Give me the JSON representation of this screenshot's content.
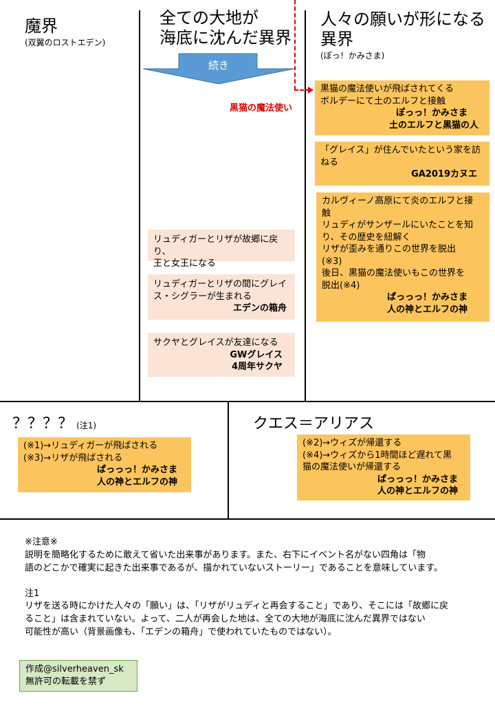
{
  "columns": {
    "makai": {
      "title": "魔界",
      "subtitle": "(双翼のロストエデン)"
    },
    "sunken": {
      "title_lines": [
        "全ての大地が",
        "海底に沈んだ異界"
      ]
    },
    "wish": {
      "title_lines": [
        "人々の願いが形になる",
        "異界"
      ],
      "subtitle": "(ぽっ！かみさま)"
    }
  },
  "arrow_label": "続き",
  "black_cat_label": "黒猫の魔法使い",
  "wish_events": [
    {
      "lines": [
        "黒猫の魔法使いが飛ばされてくる",
        "ボルデーにて土のエルフと接触"
      ],
      "tags": [
        "ぽっっ！かみさま",
        "土のエルフと黒猫の人"
      ]
    },
    {
      "lines": [
        "「グレイス」が住んでいたという家を訪",
        "ねる"
      ],
      "tags": [
        "GA2019カヌエ"
      ]
    },
    {
      "lines": [
        "カルヴィーノ高原にて炎のエルフと接",
        "触",
        "リュディがサンザールにいたことを知",
        "り、その歴史を紐解く",
        "リザが歪みを通りこの世界を脱出",
        "(※3)",
        "後日、黒猫の魔法使いもこの世界を",
        "脱出(※4)"
      ],
      "tags": [
        "ぱっっっ！かみさま",
        "人の神とエルフの神"
      ]
    }
  ],
  "sunken_events": [
    {
      "lines": [
        "リュディガーとリザが故郷に戻り、",
        "王と女王になる"
      ],
      "tags": []
    },
    {
      "lines": [
        "リュディガーとリザの間にグレイ",
        "ス・シグラーが生まれる"
      ],
      "tags": [
        "エデンの箱舟"
      ]
    },
    {
      "lines": [
        "サクヤとグレイスが友達になる"
      ],
      "tags": [
        "GWグレイス",
        "4周年サクヤ"
      ]
    }
  ],
  "unknown": {
    "title": "？？？？",
    "note_ref": "(注1)",
    "lines": [
      "(※1)→リュディガーが飛ばされる",
      "(※3)→リザが飛ばされる"
    ],
    "tags": [
      "ぱっっっ！かみさま",
      "人の神とエルフの神"
    ]
  },
  "quest": {
    "title": "クエス＝アリアス",
    "lines": [
      "(※2)→ウィズが帰還する",
      "(※4)→ウィズから1時間ほど遅れて黒",
      "猫の魔法使いが帰還する"
    ],
    "tags": [
      "ぱっっっ！かみさま",
      "人の神とエルフの神"
    ]
  },
  "notes": {
    "heading": "※注意※",
    "caution_lines": [
      "説明を簡略化するために敢えて省いた出来事があります。また、右下にイベント名がない四角は「物",
      "語のどこかで確実に起きた出来事であるが、描かれていないストーリー」であることを意味しています。"
    ],
    "note1_heading": "注1",
    "note1_lines": [
      "リザを送る時にかけた人々の「願い」は、「リザがリュディと再会すること」であり、そこには「故郷に戻",
      "ること」は含まれていない。よって、二人が再会した地は、全ての大地が海底に沈んだ異界ではない",
      "可能性が高い（背景画像も、「エデンの箱舟」で使われていたものではない）。"
    ]
  },
  "credit": {
    "line1": "作成@silverheaven_sk",
    "line2": "無許可の転載を禁ず"
  },
  "colors": {
    "orange_box": "#fcc45c",
    "peach_box": "#fbe4d6",
    "arrow": "#5b9bd5",
    "red_text": "#e00000",
    "credit_box": "#d7e9c4"
  }
}
